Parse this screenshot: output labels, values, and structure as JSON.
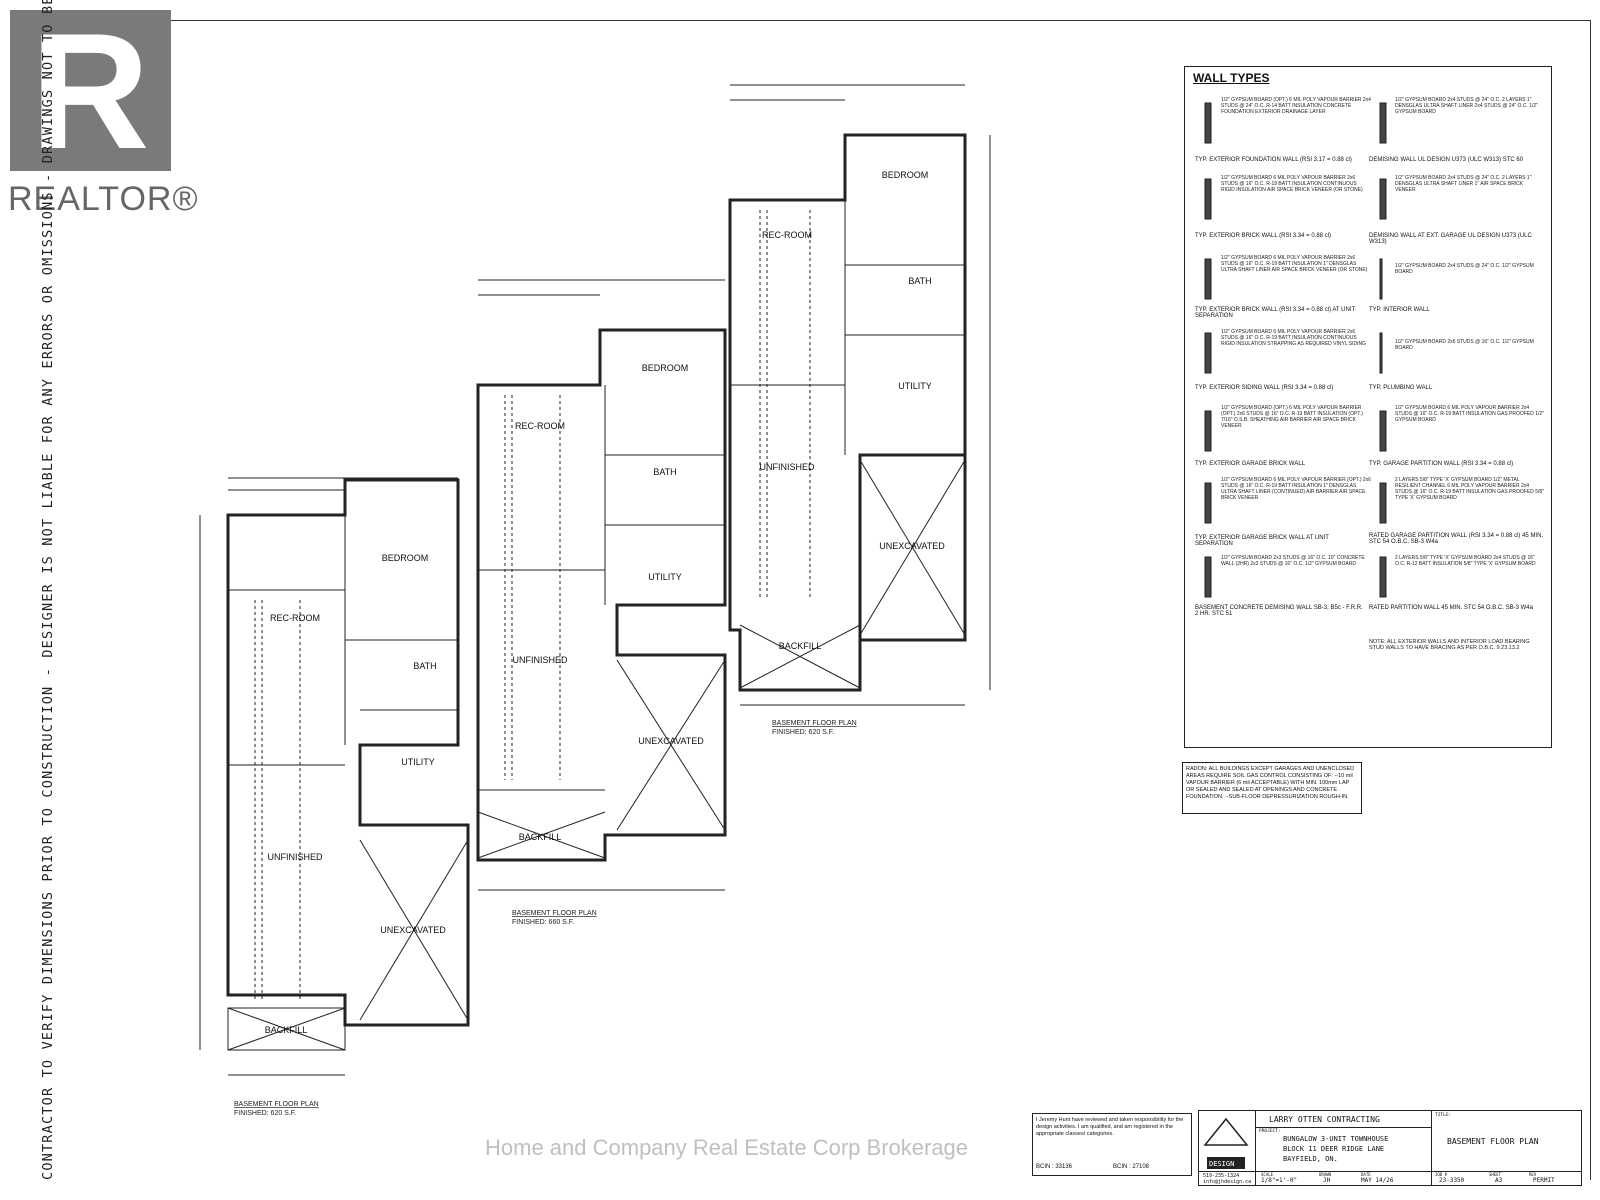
{
  "logo": {
    "brand": "REALTOR®",
    "letter": "R"
  },
  "side_note": "CONTRACTOR TO VERIFY DIMENSIONS PRIOR TO CONSTRUCTION  -  DESIGNER IS NOT LIABLE FOR ANY ERRORS OR OMISSIONS  -  DRAWINGS NOT TO BE SCALED",
  "rooms": {
    "unit1": {
      "rec": "REC-ROOM",
      "bedroom": "BEDROOM",
      "bath": "BATH",
      "utility": "UTILITY",
      "unfinished": "UNFINISHED",
      "unexcavated": "UNEXCAVATED",
      "backfill": "BACKFILL",
      "plan_label": "BASEMENT FLOOR PLAN",
      "finished": "FINISHED: 620 S.F."
    },
    "unit2": {
      "rec": "REC-ROOM",
      "bedroom": "BEDROOM",
      "bath": "BATH",
      "utility": "UTILITY",
      "unfinished": "UNFINISHED",
      "unexcavated": "UNEXCAVATED",
      "backfill": "BACKFILL",
      "plan_label": "BASEMENT FLOOR PLAN",
      "finished": "FINISHED: 660 S.F."
    },
    "unit3": {
      "rec": "REC-ROOM",
      "bedroom": "BEDROOM",
      "bath": "BATH",
      "utility": "UTILITY",
      "unfinished": "UNFINISHED",
      "unexcavated": "UNEXCAVATED",
      "backfill": "BACKFILL",
      "plan_label": "BASEMENT FLOOR PLAN",
      "finished": "FINISHED: 620 S.F."
    }
  },
  "wall_types": {
    "title": "WALL TYPES",
    "items": [
      {
        "cap": "TYP. EXTERIOR FOUNDATION WALL (RSI 3.17 = 0.88 cl)",
        "desc": "1/2\" GYPSUM BOARD (OPT.) 6 MIL POLY VAPOUR BARRIER 2x4 STUDS @ 24\" O.C. R-14 BATT INSULATION CONCRETE FOUNDATION EXTERIOR DRAINAGE LAYER"
      },
      {
        "cap": "DEMISING WALL UL DESIGN U373 (ULC W313) STC 60",
        "desc": "1/2\" GYPSUM BOARD 2x4 STUDS @ 24\" O.C. 2 LAYERS 1\" DENSGLAS ULTRA SHAFT LINER 2x4 STUDS @ 24\" O.C. 1/2\" GYPSUM BOARD"
      },
      {
        "cap": "TYP. EXTERIOR BRICK WALL (RSI 3.34 = 0.88 cl)",
        "desc": "1/2\" GYPSUM BOARD 6 MIL POLY VAPOUR BARRIER 2x6 STUDS @ 16\" O.C. R-19 BATT INSULATION CONTINUOUS RIGID INSULATION AIR SPACE BRICK VENEER (OR STONE)"
      },
      {
        "cap": "DEMISING WALL AT EXT. GARAGE UL DESIGN U373 (ULC W313)",
        "desc": "1/2\" GYPSUM BOARD 2x4 STUDS @ 24\" O.C. 2 LAYERS 1\" DENSGLAS ULTRA SHAFT LINER 1\" AIR SPACE BRICK VENEER"
      },
      {
        "cap": "TYP. EXTERIOR BRICK WALL (RSI 3.34 = 0.88 cl) AT UNIT SEPARATION",
        "desc": "1/2\" GYPSUM BOARD 6 MIL POLY VAPOUR BARRIER 2x6 STUDS @ 16\" O.C. R-19 BATT INSULATION 1\" DENSGLAS ULTRA SHAFT LINER AIR SPACE BRICK VENEER (OR STONE)"
      },
      {
        "cap": "TYP. INTERIOR WALL",
        "desc": "1/2\" GYPSUM BOARD 2x4 STUDS @ 24\" O.C. 1/2\" GYPSUM BOARD"
      },
      {
        "cap": "TYP. EXTERIOR SIDING WALL (RSI 3.34 = 0.88 cl)",
        "desc": "1/2\" GYPSUM BOARD 6 MIL POLY VAPOUR BARRIER 2x6 STUDS @ 16\" O.C. R-19 BATT INSULATION CONTINUOUS RIGID INSULATION STRAPPING AS REQUIRED VINYL SIDING"
      },
      {
        "cap": "TYP. PLUMBING WALL",
        "desc": "1/2\" GYPSUM BOARD 2x6 STUDS @ 16\" O.C. 1/2\" GYPSUM BOARD"
      },
      {
        "cap": "TYP. EXTERIOR GARAGE BRICK WALL",
        "desc": "1/2\" GYPSUM BOARD (OPT.) 6 MIL POLY VAPOUR BARRIER (OPT.) 2x6 STUDS @ 16\" O.C. R-19 BATT INSULATION (OPT.) 7/16\" O.S.B. SHEATHING AIR BARRIER AIR SPACE BRICK VENEER"
      },
      {
        "cap": "TYP. GARAGE PARTITION WALL (RSI 3.34 = 0.88 cl)",
        "desc": "1/2\" GYPSUM BOARD 6 MIL POLY VAPOUR BARRIER 2x4 STUDS @ 16\" O.C. R-19 BATT INSULATION GAS PROOFED 1/2\" GYPSUM BOARD"
      },
      {
        "cap": "TYP. EXTERIOR GARAGE BRICK WALL AT UNIT SEPARATION",
        "desc": "1/2\" GYPSUM BOARD 6 MIL POLY VAPOUR BARRIER (OPT.) 2x6 STUDS @ 16\" O.C. R-19 BATT INSULATION 1\" DENSGLAS ULTRA SHAFT LINER (CONTINUED) AIR BARRIER AIR SPACE BRICK VENEER"
      },
      {
        "cap": "RATED GARAGE PARTITION WALL (RSI 3.34 = 0.88 cl) 45 MIN. STC 54 O.B.C. SB-3 W4a",
        "desc": "2 LAYERS 5/8\" TYPE 'X' GYPSUM BOARD 1/2\" METAL RESILIENT CHANNEL 6 MIL POLY VAPOUR BARRIER 2x4 STUDS @ 16\" O.C. R-19 BATT INSULATION GAS PROOFED 5/8\" TYPE 'X' GYPSUM BOARD"
      },
      {
        "cap": "BASEMENT CONCRETE DEMISING WALL SB-3, B5c - F.R.R. 2 HR. STC 51",
        "desc": "1/2\" GYPSUM BOARD 2x3 STUDS @ 16\" O.C. 10\" CONCRETE WALL (2HR) 2x3 STUDS @ 16\" O.C. 1/2\" GYPSUM BOARD"
      },
      {
        "cap": "RATED PARTITION WALL 45 MIN. STC 54 O.B.C. SB-3 W4a",
        "desc": "2 LAYERS 5/8\" TYPE 'X' GYPSUM BOARD 2x4 STUDS @ 16\" O.C. R-12 BATT INSULATION 5/8\" TYPE 'X' GYPSUM BOARD"
      }
    ],
    "note": "NOTE: ALL EXTERIOR WALLS AND INTERIOR LOAD BEARING STUD WALLS TO HAVE BRACING AS PER O.B.C. 9.23.13.2"
  },
  "radon": "RADON: ALL BUILDINGS EXCEPT GARAGES AND UNENCLOSED AREAS REQUIRE SOIL GAS CONTROL CONSISTING OF: --10 mil VAPOUR BARRIER (6 mil ACCEPTABLE) WITH MIN. 100mm LAP OR SEALED AND SEALED AT OPENINGS AND CONCRETE FOUNDATION. --SUB-FLOOR DEPRESSURIZATION ROUGH-IN.",
  "certification": {
    "text": "I Jeremy Hunt have reviewed and taken responsibility for the design activities. I am qualified, and am registered in the appropriate classes/ categories.",
    "bcin1": "BCIN : 33136",
    "bcin2": "BCIN : 27108"
  },
  "title_block": {
    "firm": "DESIGN",
    "client": "LARRY OTTEN CONTRACTING",
    "project_label": "PROJECT:",
    "project": "BUNGALOW 3-UNIT TOWNHOUSE",
    "address1": "BLOCK 11 DEER RIDGE LANE",
    "address2": "BAYFIELD, ON.",
    "title_label": "TITLE:",
    "title": "BASEMENT FLOOR PLAN",
    "phone": "519-235-1324",
    "email": "info@jhdesign.ca",
    "scale_label": "SCALE",
    "scale": "1/8\"=1'-0\"",
    "drawn_label": "DRAWN",
    "drawn": "JH",
    "date_label": "DATE",
    "date": "MAY 14/26",
    "job_label": "JOB #",
    "job": "23-3350",
    "sheet_label": "SHEET",
    "sheet": "A3",
    "rev_label": "REV",
    "rev": "PERMIT"
  },
  "watermark": "Home and Company Real Estate Corp Brokerage"
}
